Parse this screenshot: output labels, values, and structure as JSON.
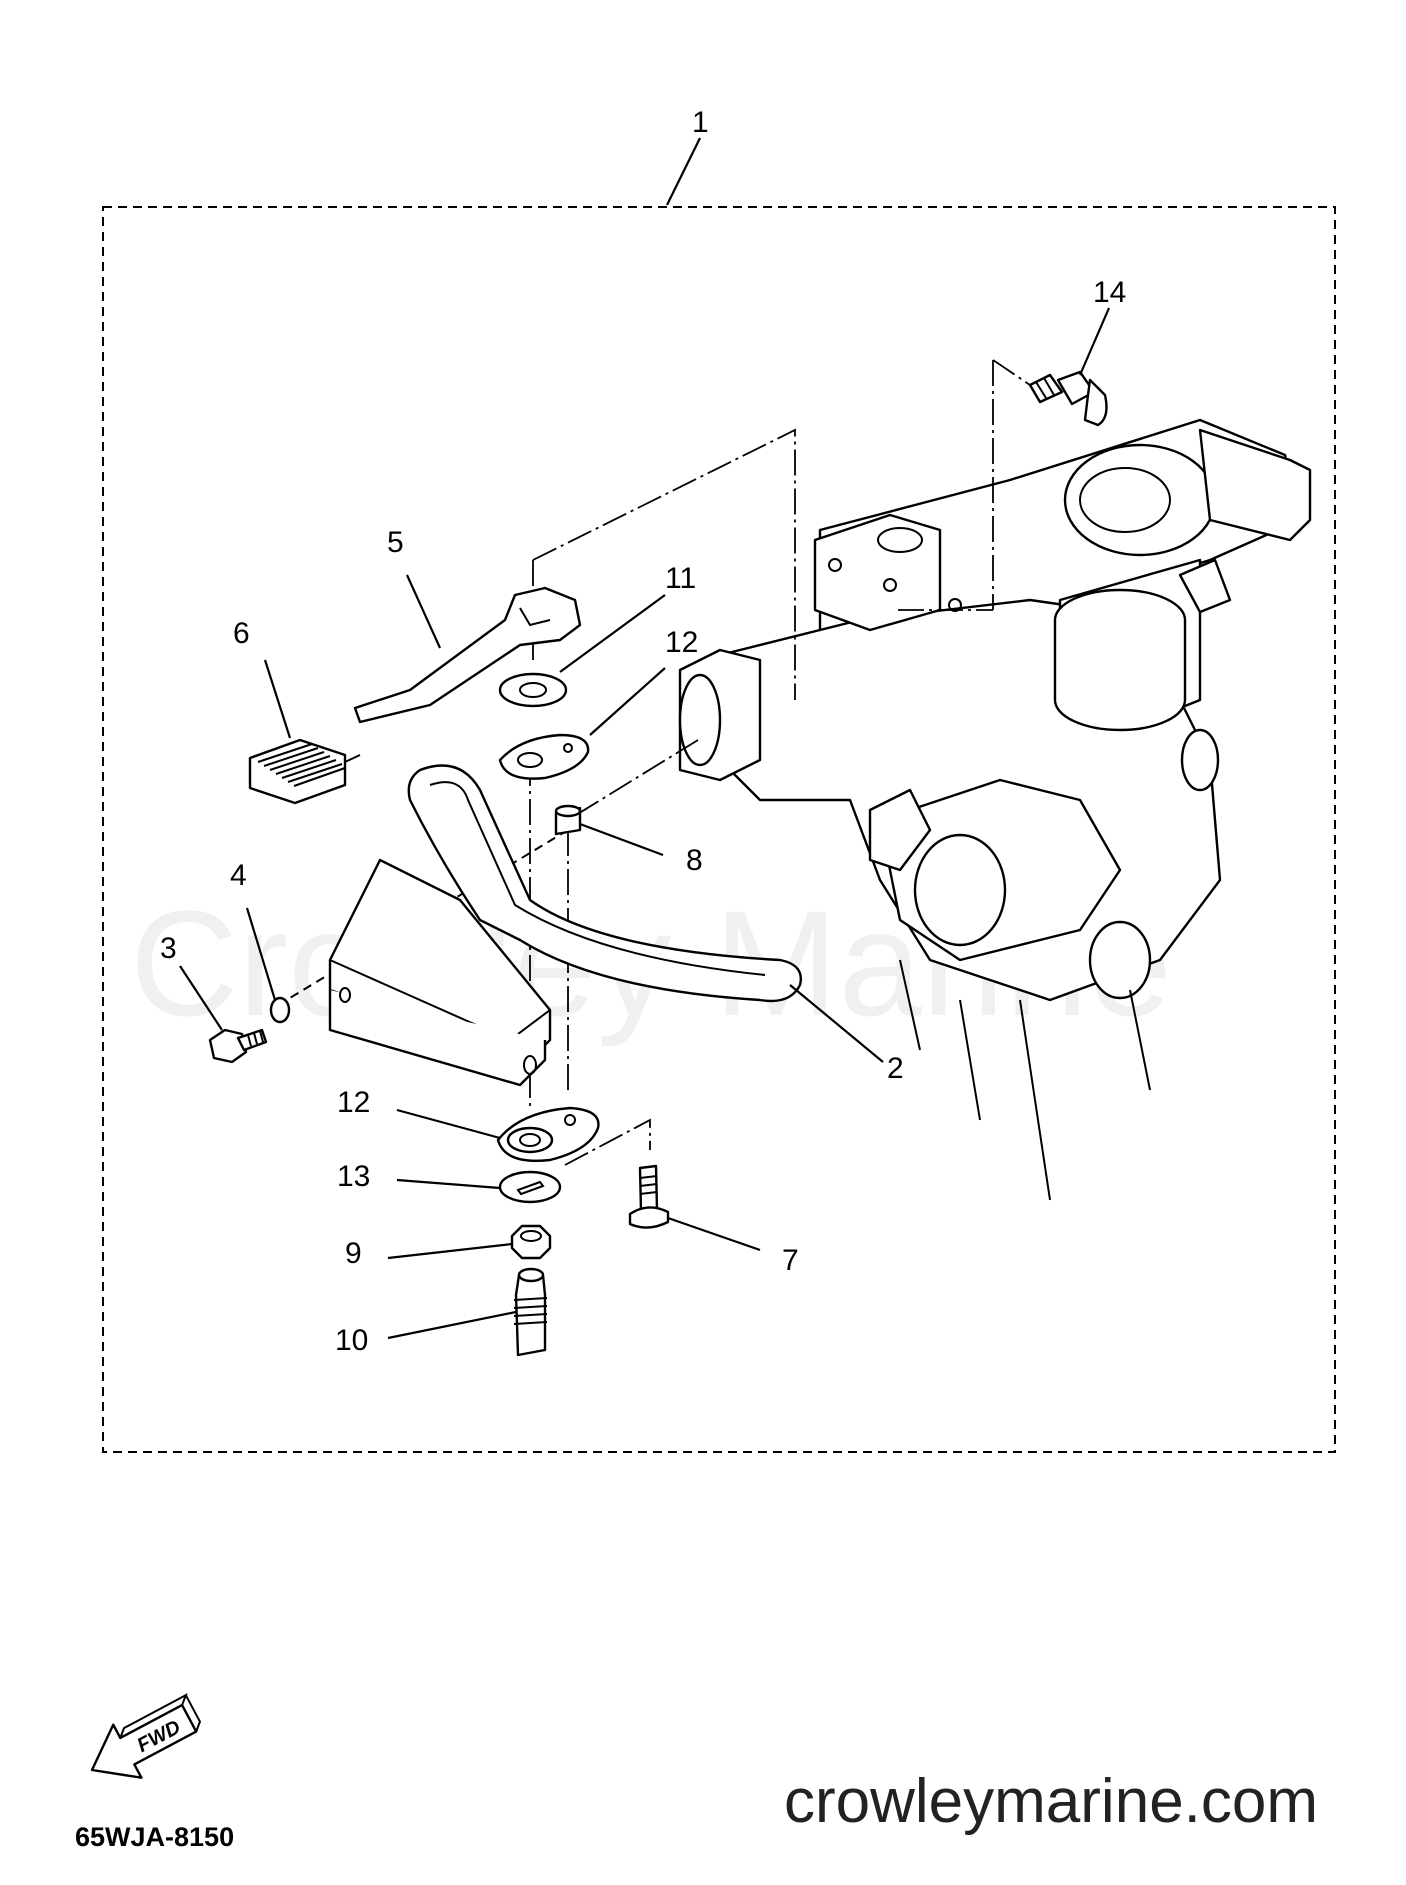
{
  "callouts": [
    {
      "id": "c1",
      "text": "1"
    },
    {
      "id": "c2",
      "text": "2"
    },
    {
      "id": "c3",
      "text": "3"
    },
    {
      "id": "c4",
      "text": "4"
    },
    {
      "id": "c5",
      "text": "5"
    },
    {
      "id": "c6",
      "text": "6"
    },
    {
      "id": "c7",
      "text": "7"
    },
    {
      "id": "c8",
      "text": "8"
    },
    {
      "id": "c9",
      "text": "9"
    },
    {
      "id": "c10",
      "text": "10"
    },
    {
      "id": "c11",
      "text": "11"
    },
    {
      "id": "c12a",
      "text": "12"
    },
    {
      "id": "c12b",
      "text": "12"
    },
    {
      "id": "c13",
      "text": "13"
    },
    {
      "id": "c14",
      "text": "14"
    }
  ],
  "fwd_label": "FWD",
  "diagram_code": "65WJA-8150",
  "site_label": "crowleymarine.com",
  "watermark": "Crowley Marine"
}
